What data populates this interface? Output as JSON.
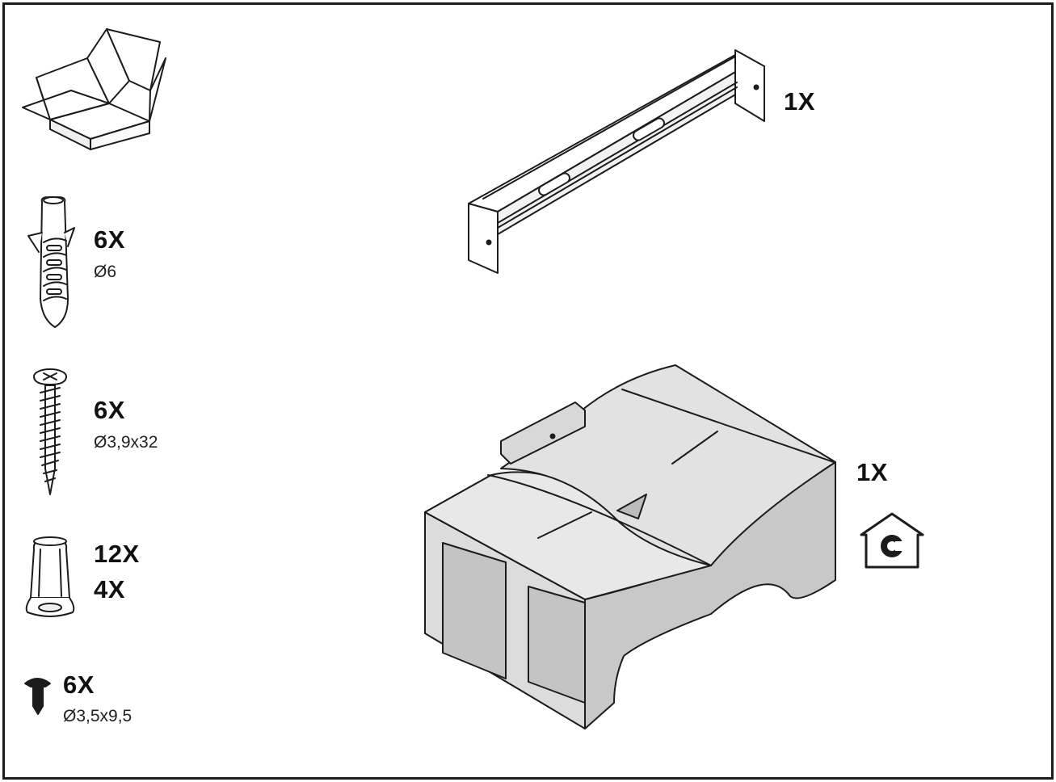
{
  "parts": [
    {
      "id": "wall-plug",
      "quantity": "6X",
      "size": "Ø6"
    },
    {
      "id": "wood-screw",
      "quantity": "6X",
      "size": "Ø3,9x32"
    },
    {
      "id": "spacer-cap",
      "quantity": [
        "12X",
        "4X"
      ]
    },
    {
      "id": "small-screw",
      "quantity": "6X",
      "size": "Ø3,5x9,5"
    },
    {
      "id": "mounting-bracket",
      "quantity": "1X"
    },
    {
      "id": "air-deflector",
      "quantity": "1X",
      "symbol": "recirculation-house-icon"
    }
  ],
  "colors": {
    "line": "#1c1c1c",
    "fill_light": "#e6e6e6",
    "fill_mid": "#d2d2d2",
    "fill_dark": "#bdbdbd"
  }
}
